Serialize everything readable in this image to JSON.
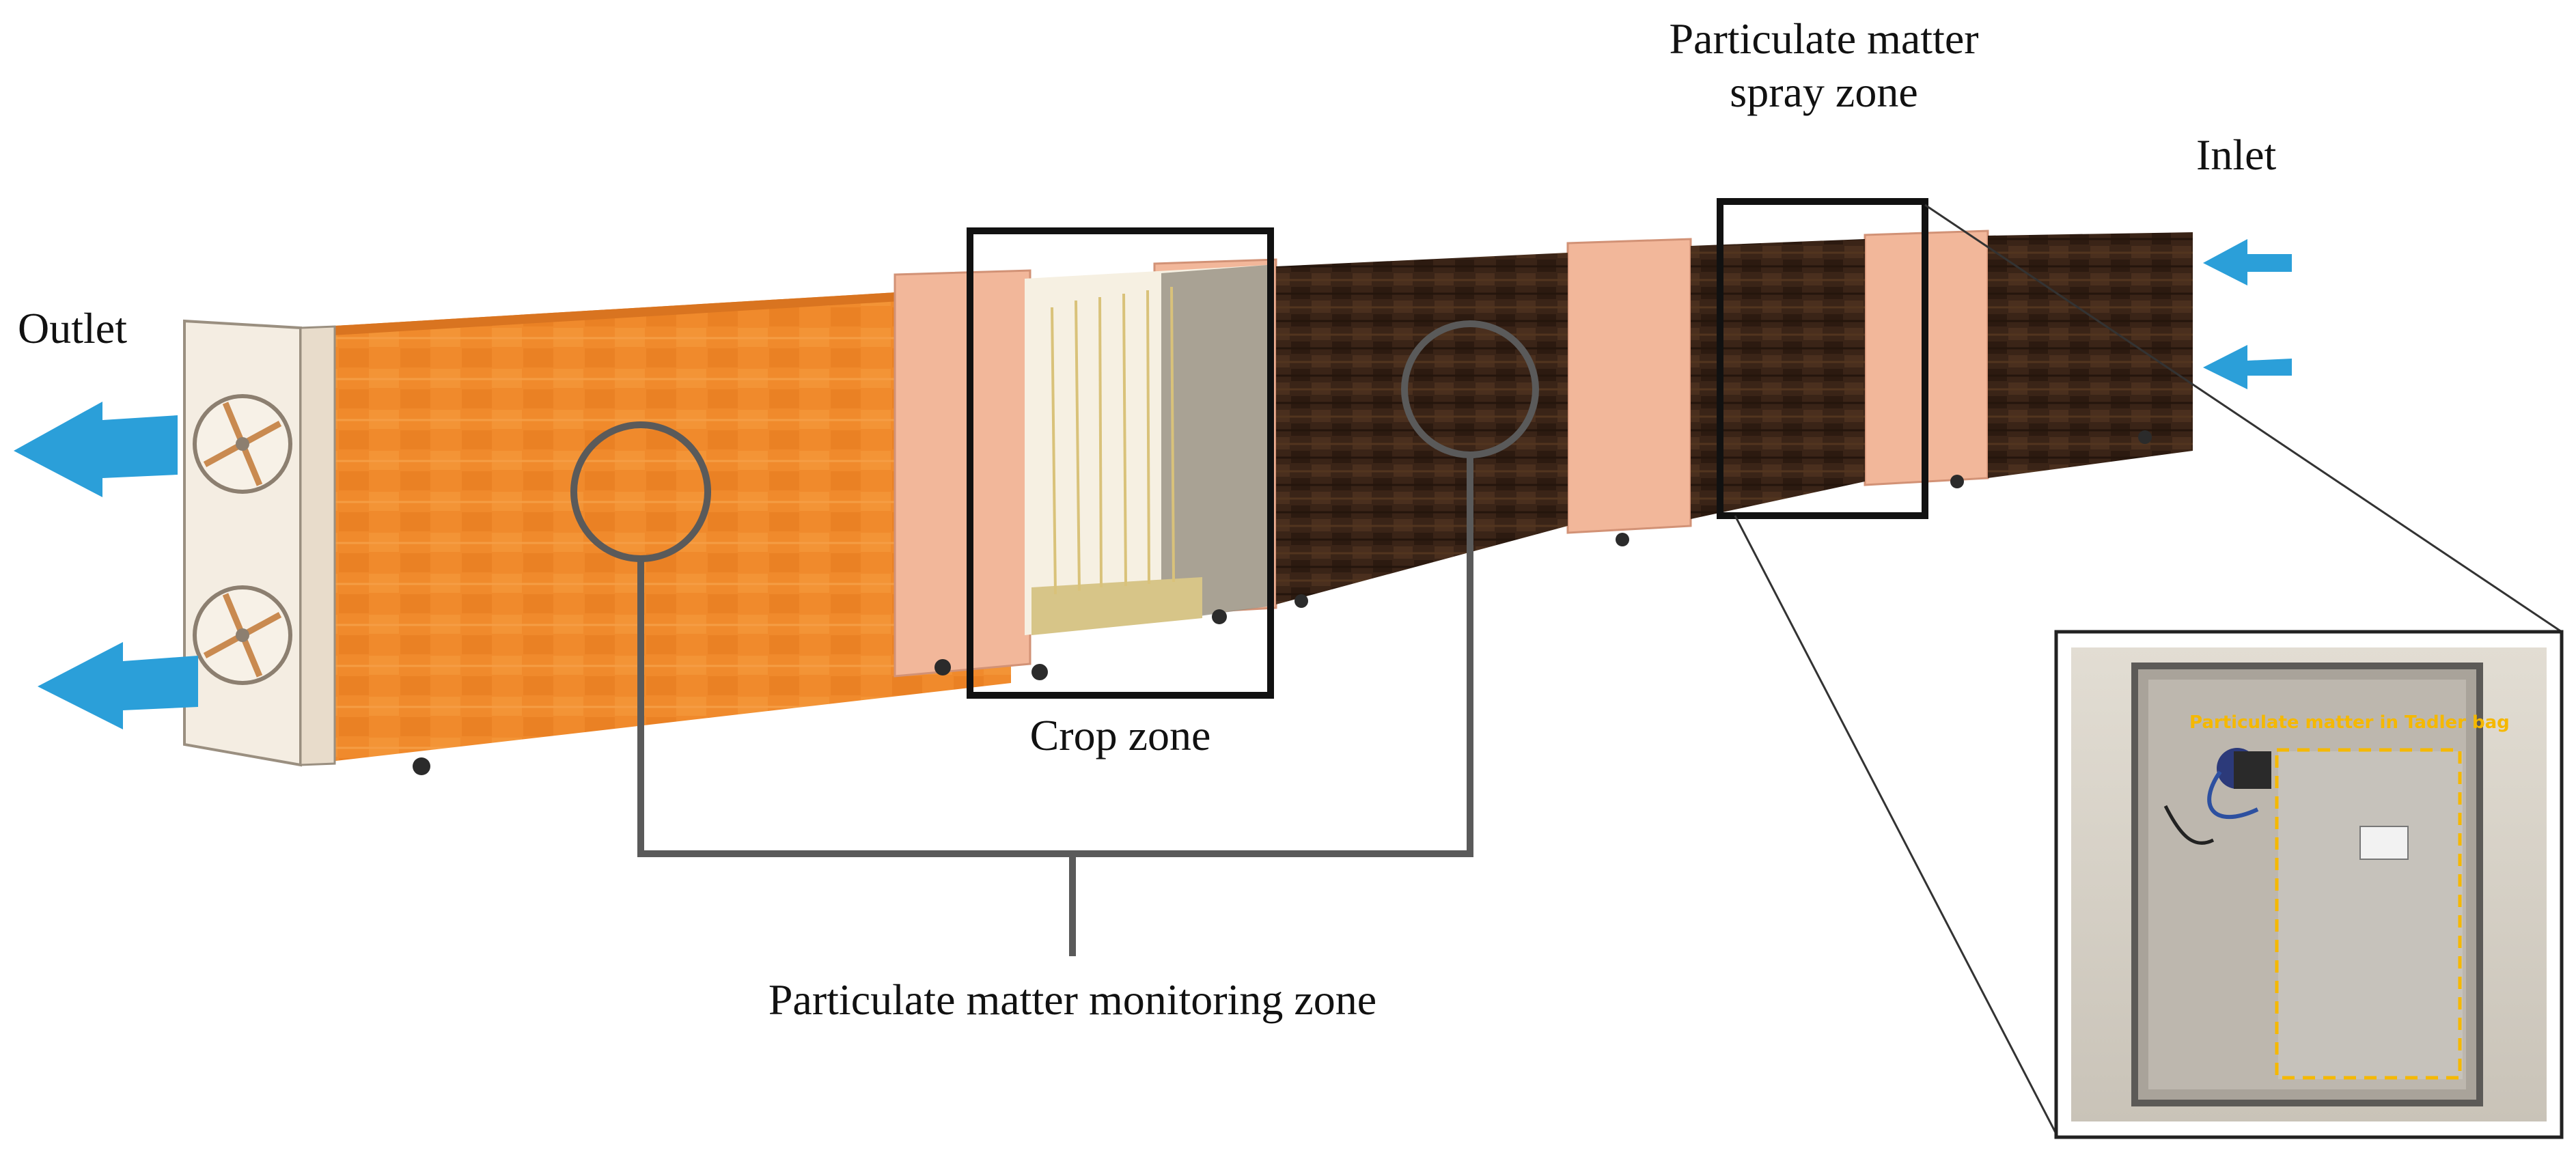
{
  "labels": {
    "outlet": "Outlet",
    "inlet": "Inlet",
    "spray_zone_line1": "Particulate matter",
    "spray_zone_line2": "spray zone",
    "crop_zone": "Crop zone",
    "monitoring_zone": "Particulate matter monitoring zone",
    "photo_label": "Particulate matter in Tadler bag"
  },
  "colors": {
    "arrow": "#2b9fd9",
    "orange_duct": "#f08a2c",
    "dark_duct": "#3a2417",
    "frame": "#f2b79a",
    "photo_label": "#f5b800",
    "callout_line": "#5a5a5a",
    "zone_box": "#111111"
  },
  "icons": {
    "fan": "fan-icon",
    "arrow": "flow-arrow-icon",
    "wheel": "caster-wheel-icon"
  }
}
